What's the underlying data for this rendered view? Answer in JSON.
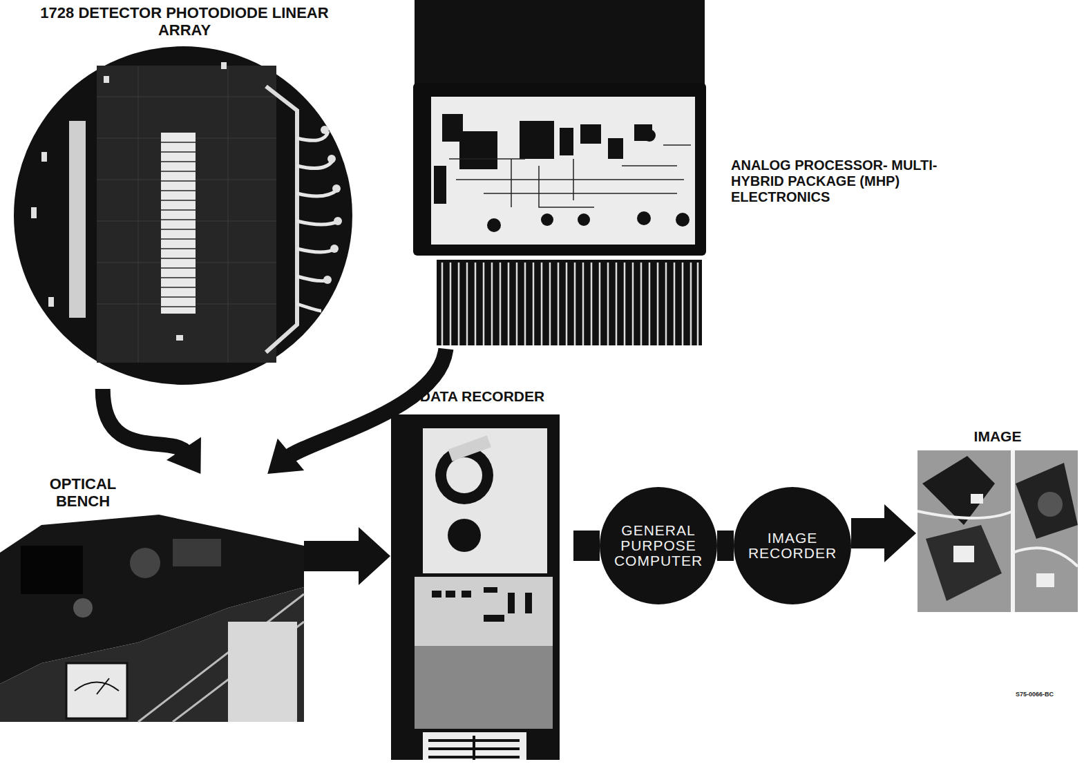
{
  "diagram": {
    "nodes": [
      {
        "text": [
          "1728 DETECTOR PHOTODIODE LINEAR ARRAY"
        ]
      },
      {
        "text": [
          "ANALOG PROCESSOR- MULTI-HYBRID PACKAGE (MHP) ELECTRONICS"
        ]
      },
      {
        "text": [
          "OPTICAL BENCH"
        ]
      },
      {
        "text": [
          "DATA RECORDER"
        ]
      },
      {
        "text": [
          "GENERAL PURPOSE COMPUTER"
        ]
      },
      {
        "text": [
          "IMAGE RECORDER"
        ]
      },
      {
        "text": [
          "IMAGE"
        ]
      }
    ],
    "edges": [
      {
        "from": 0,
        "to": 2,
        "arrow": "to"
      },
      {
        "from": 1,
        "to": 2,
        "arrow": "to"
      },
      {
        "from": 2,
        "to": 3,
        "arrow": "to"
      },
      {
        "from": 3,
        "to": 4,
        "arrow": "none"
      },
      {
        "from": 4,
        "to": 5,
        "arrow": "none"
      },
      {
        "from": 5,
        "to": 6,
        "arrow": "to"
      }
    ],
    "labels": [
      "S75-0066-BC"
    ]
  }
}
